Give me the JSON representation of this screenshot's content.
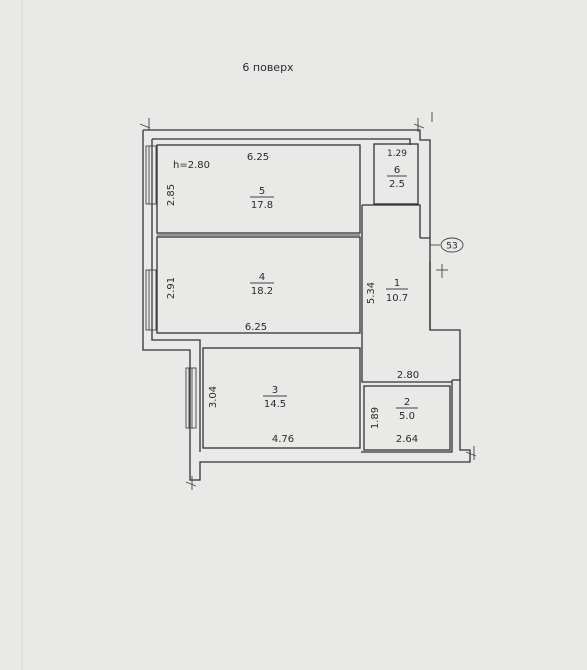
{
  "floor_title": "6 поверх",
  "ceiling_height": "h=2.80",
  "marker": "53",
  "rooms": [
    {
      "number": "1",
      "area": "10.7"
    },
    {
      "number": "2",
      "area": "5.0"
    },
    {
      "number": "3",
      "area": "14.5"
    },
    {
      "number": "4",
      "area": "18.2"
    },
    {
      "number": "5",
      "area": "17.8"
    },
    {
      "number": "6",
      "area": "2.5"
    }
  ],
  "dimensions": {
    "room5_width": "6.25",
    "room5_depth": "2.85",
    "room6_width": "1.29",
    "room4_depth": "2.91",
    "room4_width": "6.25",
    "room1_depth": "5.34",
    "room3_depth": "3.04",
    "room3_width": "4.76",
    "room2_width_top": "2.80",
    "room2_depth": "1.89",
    "room2_width_bottom": "2.64"
  }
}
